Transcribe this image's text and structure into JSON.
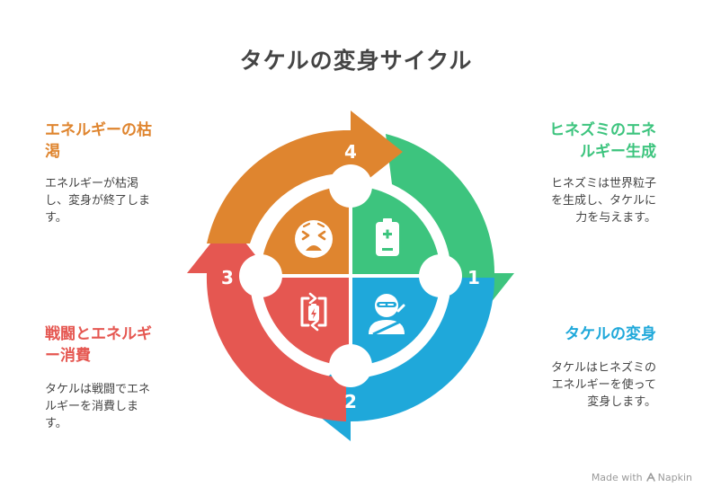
{
  "title": "タケルの変身サイクル",
  "colors": {
    "green": "#3DC47E",
    "blue": "#1FA8DA",
    "red": "#E55751",
    "orange": "#DF852F",
    "text": "#444444"
  },
  "stages": [
    {
      "number": "1",
      "heading_lines": [
        "ヒネズミのエネ",
        "ルギー生成"
      ],
      "desc_lines": [
        "ヒネズミは世界粒子",
        "を生成し、タケルに",
        "力を与えます。"
      ],
      "icon": "battery-charge-icon"
    },
    {
      "number": "2",
      "heading_lines": [
        "タケルの変身"
      ],
      "desc_lines": [
        "タケルはヒネズミの",
        "エネルギーを使って",
        "変身します。"
      ],
      "icon": "ninja-icon"
    },
    {
      "number": "3",
      "heading_lines": [
        "戦闘とエネルギ",
        "ー消費"
      ],
      "desc_lines": [
        "タケルは戦闘でエネ",
        "ルギーを消費しま",
        "す。"
      ],
      "icon": "battery-cycle-icon"
    },
    {
      "number": "4",
      "heading_lines": [
        "エネルギーの枯",
        "渇"
      ],
      "desc_lines": [
        "エネルギーが枯渇",
        "し、変身が終了しま",
        "す。"
      ],
      "icon": "tired-face-icon"
    }
  ],
  "watermark": {
    "prefix": "Made with",
    "brand": "Napkin"
  }
}
